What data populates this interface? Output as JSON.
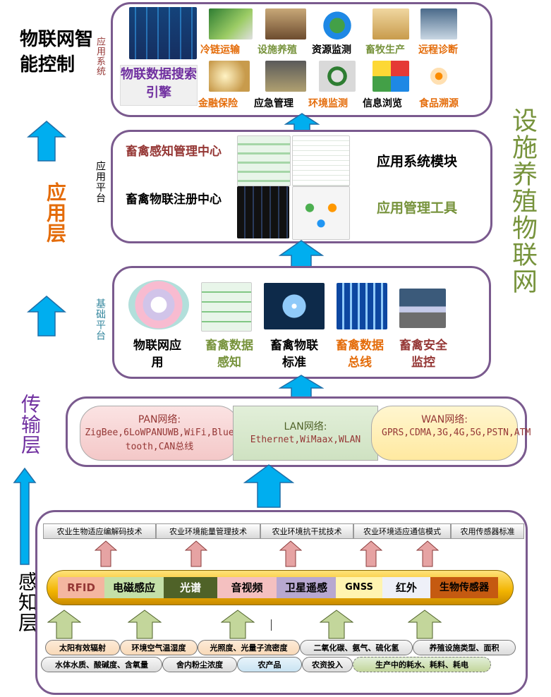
{
  "left_labels": {
    "iot_control": "物联网智能控制",
    "app_layer": "应用层",
    "transport_layer": "传输层",
    "perception_layer": "感知层"
  },
  "right_title": "设施养殖物联网",
  "app_system": {
    "side_label": "应用系统",
    "search_engine": "物联数据搜索引擎",
    "items": [
      "冷链运输",
      "设施养殖",
      "资源监测",
      "畜牧生产",
      "远程诊断",
      "金融保险",
      "应急管理",
      "环境监测",
      "信息浏览",
      "食品溯源"
    ]
  },
  "app_platform": {
    "side_label": "应用平台",
    "left_top": "畜禽感知管理中心",
    "left_bottom": "畜禽物联注册中心",
    "right_top": "应用系统模块",
    "right_bottom": "应用管理工具"
  },
  "base_platform": {
    "side_label": "基础平台",
    "items": [
      "物联网应用",
      "畜禽数据感知",
      "畜禽物联标准",
      "畜禽数据总线",
      "畜禽安全监控"
    ]
  },
  "network": {
    "pan_title": "PAN网络:",
    "pan_body": "ZigBee,6LoWPANUWB,WiFi,Bluetooth,CAN总线",
    "lan_title": "LAN网络:",
    "lan_body": "Ethernet,WiMaax,WLAN",
    "wan_title": "WAN网络:",
    "wan_body": "GPRS,CDMA,3G,4G,5G,PSTN,ATM"
  },
  "perception": {
    "techs": [
      "农业生物适应编解码技术",
      "农业环境能量管理技术",
      "农业环境抗干扰技术",
      "农业环境适应通信模式",
      "农用传感器标准"
    ],
    "sensors": [
      "RFID",
      "电磁感应",
      "光谱",
      "音视频",
      "卫星遥感",
      "GNSS",
      "红外",
      "生物传感器"
    ],
    "row1": [
      "太阳有效辐射",
      "环境空气温湿度",
      "光照度、光量子流密度",
      "二氧化碳、氨气、硫化氢",
      "养殖设施类型、面积"
    ],
    "row2": [
      "水体水质、酸碱度、含氧量",
      "舍内粉尘浓度",
      "农产品",
      "农资投入",
      "生产中的耗水、耗料、耗电"
    ]
  },
  "colors": {
    "arrow_blue": "#00aeef",
    "panel_border": "#7a5a8e",
    "orange": "#e46c0a",
    "green": "#77933c",
    "dark_red": "#953735",
    "purple": "#7030a0"
  }
}
